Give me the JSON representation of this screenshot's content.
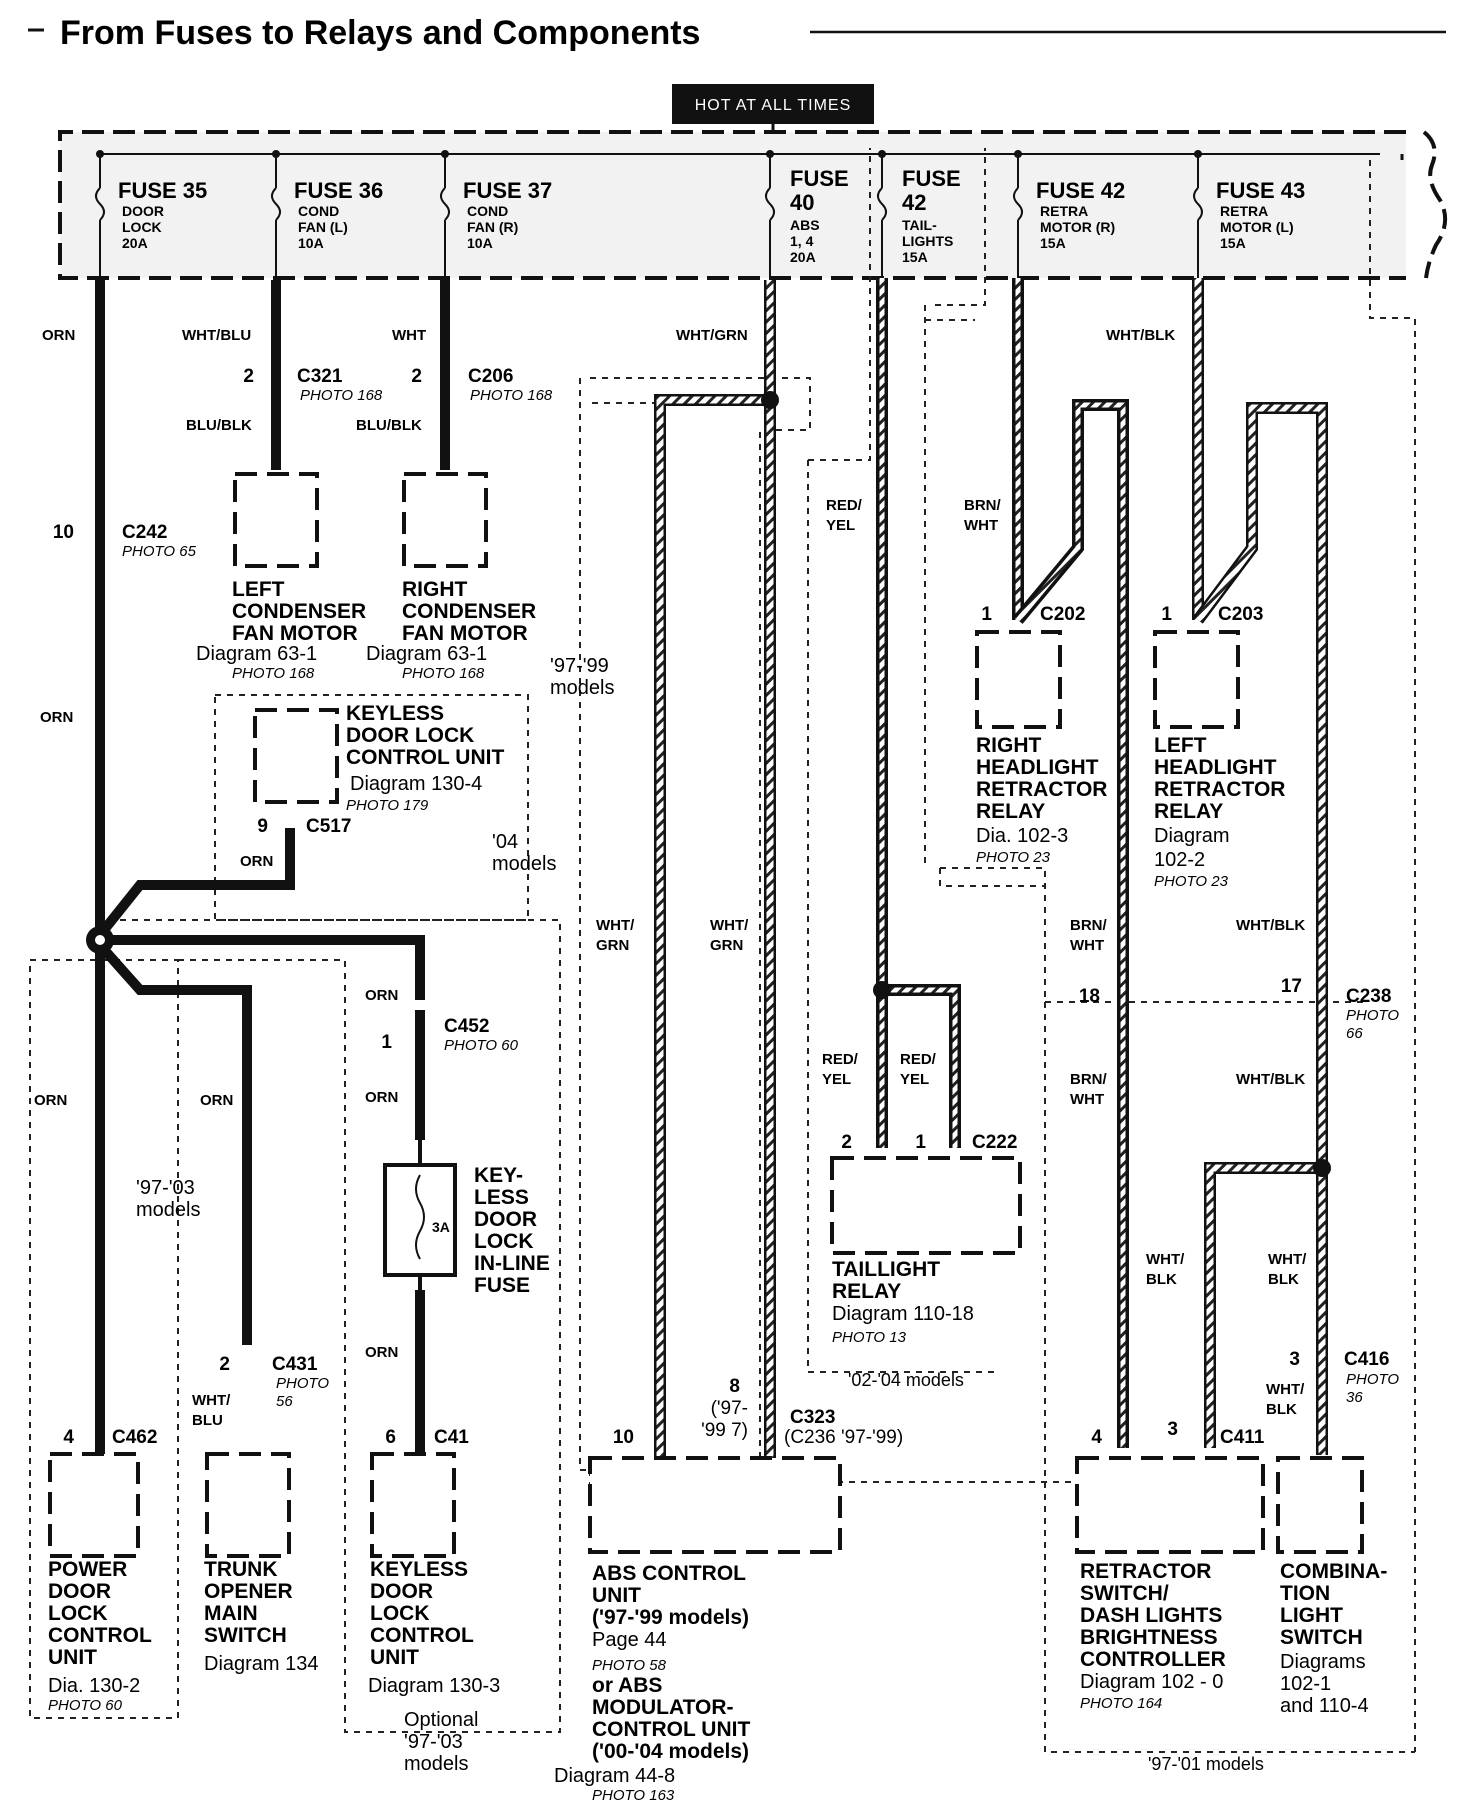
{
  "title": "From Fuses to Relays and Components",
  "hot_label": "HOT AT ALL TIMES",
  "fuses": [
    {
      "id": "f35",
      "name": "FUSE 35",
      "desc": [
        "DOOR",
        "LOCK",
        "20A"
      ]
    },
    {
      "id": "f36",
      "name": "FUSE 36",
      "desc": [
        "COND",
        "FAN (L)",
        "10A"
      ]
    },
    {
      "id": "f37",
      "name": "FUSE 37",
      "desc": [
        "COND",
        "FAN (R)",
        "10A"
      ]
    },
    {
      "id": "f40",
      "name": [
        "FUSE",
        "40"
      ],
      "desc": [
        "ABS",
        "1, 4",
        "20A"
      ]
    },
    {
      "id": "f42",
      "name": [
        "FUSE",
        "42"
      ],
      "desc": [
        "TAIL-",
        "LIGHTS",
        "15A"
      ]
    },
    {
      "id": "f42b",
      "name": "FUSE 42",
      "desc": [
        "RETRA",
        "MOTOR (R)",
        "15A"
      ]
    },
    {
      "id": "f43",
      "name": "FUSE 43",
      "desc": [
        "RETRA",
        "MOTOR (L)",
        "15A"
      ]
    }
  ],
  "wire_colors": {
    "orn": "ORN",
    "wht_blu": "WHT/BLU",
    "wht": "WHT",
    "blu_blk": "BLU/BLK",
    "wht_grn": "WHT/GRN",
    "wht_grn_stack": [
      "WHT/",
      "GRN"
    ],
    "red_yel": [
      "RED/",
      "YEL"
    ],
    "brn_wht": [
      "BRN/",
      "WHT"
    ],
    "wht_blk": "WHT/BLK",
    "wht_blk_stack": [
      "WHT/",
      "BLK"
    ],
    "wht_blu_stack": [
      "WHT/",
      "BLU"
    ]
  },
  "connectors": {
    "c321": {
      "pin": "2",
      "name": "C321",
      "photo": "PHOTO 168"
    },
    "c206": {
      "pin": "2",
      "name": "C206",
      "photo": "PHOTO 168"
    },
    "c242": {
      "pin": "10",
      "name": "C242",
      "photo": "PHOTO 65"
    },
    "c517": {
      "pin": "9",
      "name": "C517"
    },
    "c452": {
      "pin": "1",
      "name": "C452",
      "photo": "PHOTO 60"
    },
    "c431": {
      "pin": "2",
      "name": "C431",
      "photo": [
        "PHOTO",
        "56"
      ]
    },
    "c462": {
      "pin": "4",
      "name": "C462"
    },
    "c41": {
      "pin": "6",
      "name": "C41"
    },
    "c323": {
      "pin_a": "10",
      "pin_b": "8",
      "pin_b_note": [
        "('97-",
        "'99 7)"
      ],
      "name": "C323",
      "alt": "(C236 '97-'99)"
    },
    "c222": {
      "pin_a": "2",
      "pin_b": "1",
      "name": "C222"
    },
    "c202": {
      "pin": "1",
      "name": "C202"
    },
    "c203": {
      "pin": "1",
      "name": "C203"
    },
    "c238": {
      "pin_a": "18",
      "pin_b": "17",
      "name": "C238",
      "photo": [
        "PHOTO",
        "66"
      ]
    },
    "c416": {
      "pin": "3",
      "name": "C416",
      "photo": [
        "PHOTO",
        "36"
      ]
    },
    "c411": {
      "pin_a": "4",
      "pin_b": "3",
      "name": "C411"
    }
  },
  "components": {
    "left_fan": {
      "lines": [
        "LEFT",
        "CONDENSER",
        "FAN MOTOR"
      ],
      "diagram": "Diagram 63-1",
      "photo": "PHOTO 168"
    },
    "right_fan": {
      "lines": [
        "RIGHT",
        "CONDENSER",
        "FAN MOTOR"
      ],
      "diagram": "Diagram 63-1",
      "photo": "PHOTO 168"
    },
    "keyless_unit": {
      "lines": [
        "KEYLESS",
        "DOOR LOCK",
        "CONTROL UNIT"
      ],
      "diagram": "Diagram 130-4",
      "photo": "PHOTO 179"
    },
    "power_door": {
      "lines": [
        "POWER",
        "DOOR",
        "LOCK",
        "CONTROL",
        "UNIT"
      ],
      "diagram": "Dia.  130-2",
      "photo": "PHOTO 60"
    },
    "trunk": {
      "lines": [
        "TRUNK",
        "OPENER",
        "MAIN",
        "SWITCH"
      ],
      "diagram": "Diagram 134"
    },
    "keyless_door": {
      "lines": [
        "KEYLESS",
        "DOOR",
        "LOCK",
        "CONTROL",
        "UNIT"
      ],
      "diagram": "Diagram 130-3"
    },
    "inline_fuse": {
      "lines": [
        "KEY-",
        "LESS",
        "DOOR",
        "LOCK",
        "IN-LINE",
        "FUSE"
      ],
      "rating": "3A"
    },
    "abs": {
      "lines": [
        "ABS CONTROL",
        "UNIT",
        "('97-'99 models)"
      ],
      "page": "Page 44",
      "photo": "PHOTO 58",
      "alt": [
        "or ABS",
        "MODULATOR-",
        "CONTROL UNIT",
        "('00-'04 models)"
      ],
      "diagram": "Diagram 44-8",
      "photo2": "PHOTO 163"
    },
    "taillight": {
      "lines": [
        "TAILLIGHT",
        "RELAY"
      ],
      "diagram": "Diagram 110-18",
      "photo": "PHOTO 13"
    },
    "right_retractor": {
      "lines": [
        "RIGHT",
        "HEADLIGHT",
        "RETRACTOR",
        "RELAY"
      ],
      "diagram": "Dia. 102-3",
      "photo": "PHOTO 23"
    },
    "left_retractor": {
      "lines": [
        "LEFT",
        "HEADLIGHT",
        "RETRACTOR",
        "RELAY"
      ],
      "diagram": [
        "Diagram",
        "102-2"
      ],
      "photo": "PHOTO 23"
    },
    "retractor_switch": {
      "lines": [
        "RETRACTOR",
        "SWITCH/",
        "DASH LIGHTS",
        "BRIGHTNESS",
        "CONTROLLER"
      ],
      "diagram": "Diagram 102 - 0",
      "photo": "PHOTO 164"
    },
    "combination": {
      "lines": [
        "COMBINA-",
        "TION",
        "LIGHT",
        "SWITCH"
      ],
      "diagram": [
        "Diagrams",
        "102-1",
        "and 110-4"
      ]
    }
  },
  "notes": {
    "m97_99": [
      "'97-'99",
      "models"
    ],
    "m04": [
      "'04",
      "models"
    ],
    "m97_03": [
      "'97-'03",
      "models"
    ],
    "optional": [
      "Optional",
      "'97-'03",
      "models"
    ],
    "m02_04": "'02-'04 models",
    "m97_01": "'97-'01 models"
  }
}
